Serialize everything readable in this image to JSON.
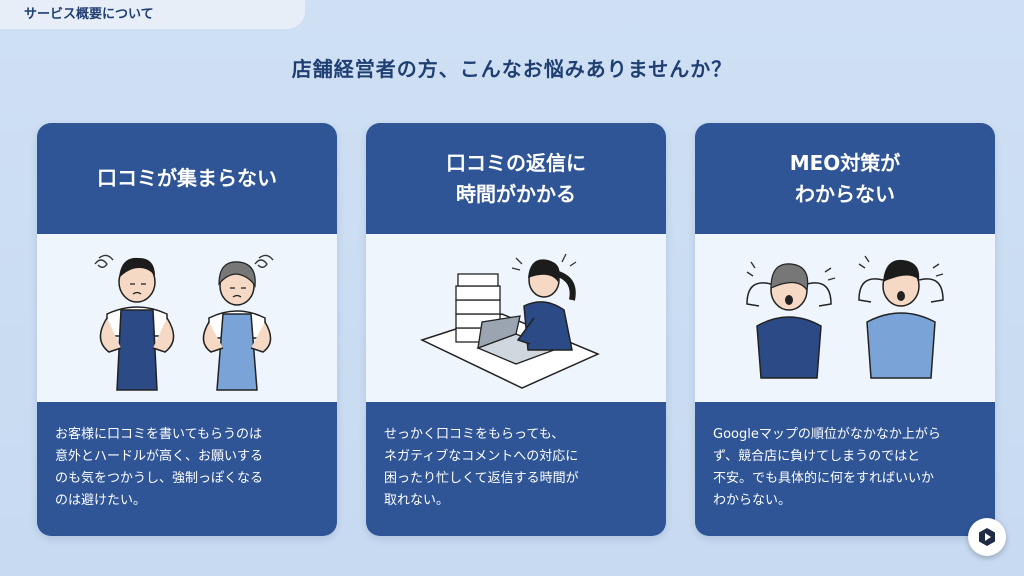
{
  "section_label": "サービス概要について",
  "headline": "店舗経営者の方、こんなお悩みありませんか？",
  "cards": [
    {
      "title": "口コミが集まらない",
      "illustration": "two-worried-staff-illustration",
      "body": "お客様に口コミを書いてもらうのは\n意外とハードルが高く、お願いする\nのも気をつかうし、強制っぽくなる\nのは避けたい。"
    },
    {
      "title": "口コミの返信に\n時間がかかる",
      "illustration": "overworked-laptop-illustration",
      "body": "せっかく口コミをもらっても、\nネガティブなコメントへの対応に\n困ったり忙しくて返信する時間が\n取れない。"
    },
    {
      "title": "MEO対策が\nわからない",
      "illustration": "confused-people-illustration",
      "body": "Googleマップの順位がなかなか上がら\nず、競合店に負けてしまうのではと\n不安。でも具体的に何をすればいいか\nわからない。"
    }
  ],
  "colors": {
    "primary": "#2f5597",
    "background": "#c9dcf2",
    "heading": "#1f3f73"
  },
  "badge_icon": "play-logo-icon"
}
